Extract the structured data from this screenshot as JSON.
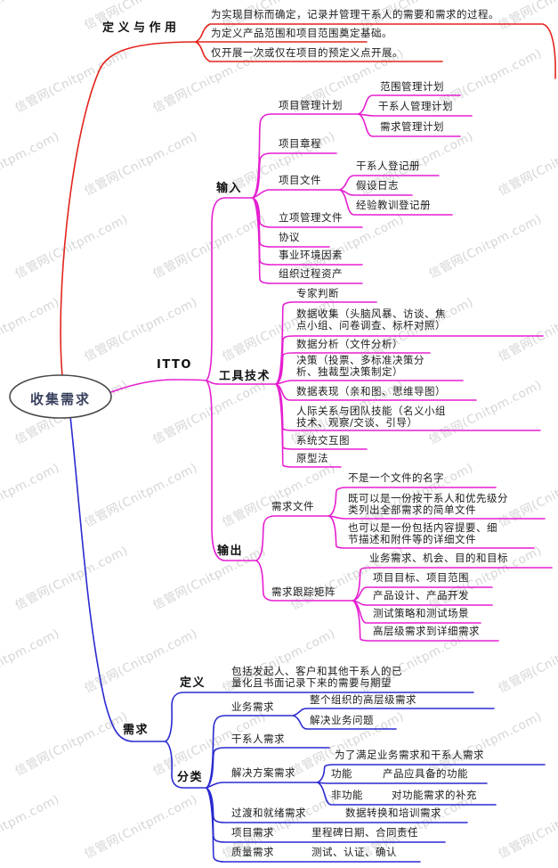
{
  "watermark": {
    "text": "信管网(Cnitpm.com)"
  },
  "root_label": "收集需求",
  "colors": {
    "definition_branch": "#e3241d",
    "itto_branch": "#e51fd0",
    "requirement_branch": "#2b2ad2"
  },
  "definition": {
    "label": "定义与作用",
    "item1": "为实现目标而确定，记录并管理干系人的需要和需求的过程。",
    "item2": "为定义产品范围和项目范围奠定基础。",
    "item3": "仅开展一次或仅在项目的预定义点开展。"
  },
  "itto": {
    "label": "ITTO",
    "input": {
      "label": "输入",
      "pm_plan": "项目管理计划",
      "scope_plan": "范围管理计划",
      "stakeholder_plan": "干系人管理计划",
      "req_plan": "需求管理计划",
      "charter": "项目章程",
      "project_files": "项目文件",
      "stakeholder_register": "干系人登记册",
      "assumption_log": "假设日志",
      "lessons_register": "经验教训登记册",
      "business_docs": "立项管理文件",
      "agreements": "协议",
      "eef": "事业环境因素",
      "opa": "组织过程资产"
    },
    "tools": {
      "label": "工具技术",
      "expert": "专家判断",
      "data_collect_1": "数据收集（头脑风暴、访谈、焦",
      "data_collect_2": "点小组、问卷调查、标杆对照）",
      "data_analysis": "数据分析（文件分析）",
      "decision_1": "决策（投票、多标准决策分",
      "decision_2": "析、独裁型决策制定）",
      "data_rep": "数据表现（亲和图、思维导图）",
      "interpersonal_1": "人际关系与团队技能（名义小组",
      "interpersonal_2": "技术、观察/交谈、引导）",
      "context_diagram": "系统交互图",
      "prototype": "原型法"
    },
    "output": {
      "label": "输出",
      "req_doc": "需求文件",
      "req_doc_note1": "不是一个文件的名字",
      "req_doc_note2_1": "既可以是一份按干系人和优先级分",
      "req_doc_note2_2": "类列出全部需求的简单文件",
      "req_doc_note3_1": "也可以是一份包括内容提要、细",
      "req_doc_note3_2": "节描述和附件等的详细文件",
      "rtm": "需求跟踪矩阵",
      "rtm_item1": "业务需求、机会、目的和目标",
      "rtm_item2": "项目目标、项目范围",
      "rtm_item3": "产品设计、产品开发",
      "rtm_item4": "测试策略和测试场景",
      "rtm_item5": "高层级需求到详细需求"
    }
  },
  "requirement": {
    "label": "需求",
    "definition": {
      "label": "定义",
      "text_1": "包括发起人、客户和其他干系人的已",
      "text_2": "量化且书面记录下来的需要与期望"
    },
    "classification": {
      "label": "分类",
      "business": "业务需求",
      "business_note1": "整个组织的高层级需求",
      "business_note2": "解决业务问题",
      "stakeholder": "干系人需求",
      "solution": "解决方案需求",
      "solution_note": "为了满足业务需求和干系人需求",
      "functional": "功能",
      "functional_note": "产品应具备的功能",
      "nonfunctional": "非功能",
      "nonfunctional_note": "对功能需求的补充",
      "transition": "过渡和就绪需求",
      "transition_note": "数据转换和培训需求",
      "project": "项目需求",
      "project_note": "里程碑日期、合同责任",
      "quality": "质量需求",
      "quality_note": "测试、认证、确认"
    }
  }
}
